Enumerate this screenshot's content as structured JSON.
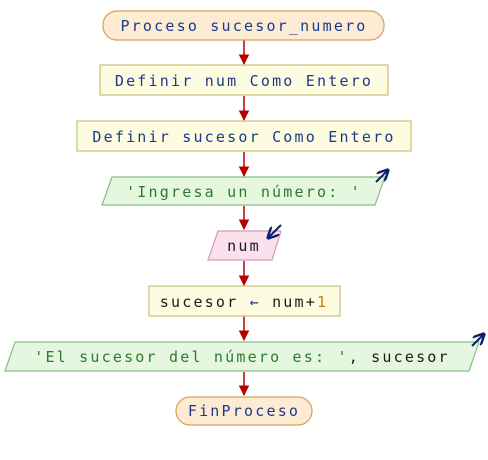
{
  "diagram": {
    "nodes": [
      {
        "id": "start",
        "shape": "terminal",
        "text": "Proceso sucesor_numero"
      },
      {
        "id": "def_num",
        "shape": "process",
        "text": "Definir num Como Entero"
      },
      {
        "id": "def_sucesor",
        "shape": "process",
        "text": "Definir sucesor Como Entero"
      },
      {
        "id": "out_prompt",
        "shape": "output",
        "text": "'Ingresa un número: '"
      },
      {
        "id": "in_num",
        "shape": "input",
        "text": "num"
      },
      {
        "id": "assign",
        "shape": "process",
        "text_left": "sucesor ",
        "arrow": "←",
        "text_mid": " num+",
        "text_num": "1"
      },
      {
        "id": "out_result",
        "shape": "output",
        "text_str": "'El sucesor del número es: '",
        "text_rest": ", sucesor"
      },
      {
        "id": "end",
        "shape": "terminal",
        "text": "FinProceso"
      }
    ],
    "colors": {
      "terminal_fill": "#fdebd3",
      "terminal_stroke": "#d4a15a",
      "process_fill": "#fdfce0",
      "process_stroke": "#c8c07a",
      "io_fill": "#e6f7e0",
      "io_stroke": "#86bd86",
      "input_fill": "#fbe1ee",
      "input_stroke": "#d89ab5",
      "flow_arrow": "#b50000",
      "io_indicator": "#0b1f6e",
      "keyword": "#1a3a8c",
      "string": "#2c7a2c",
      "number": "#b8860b"
    }
  }
}
